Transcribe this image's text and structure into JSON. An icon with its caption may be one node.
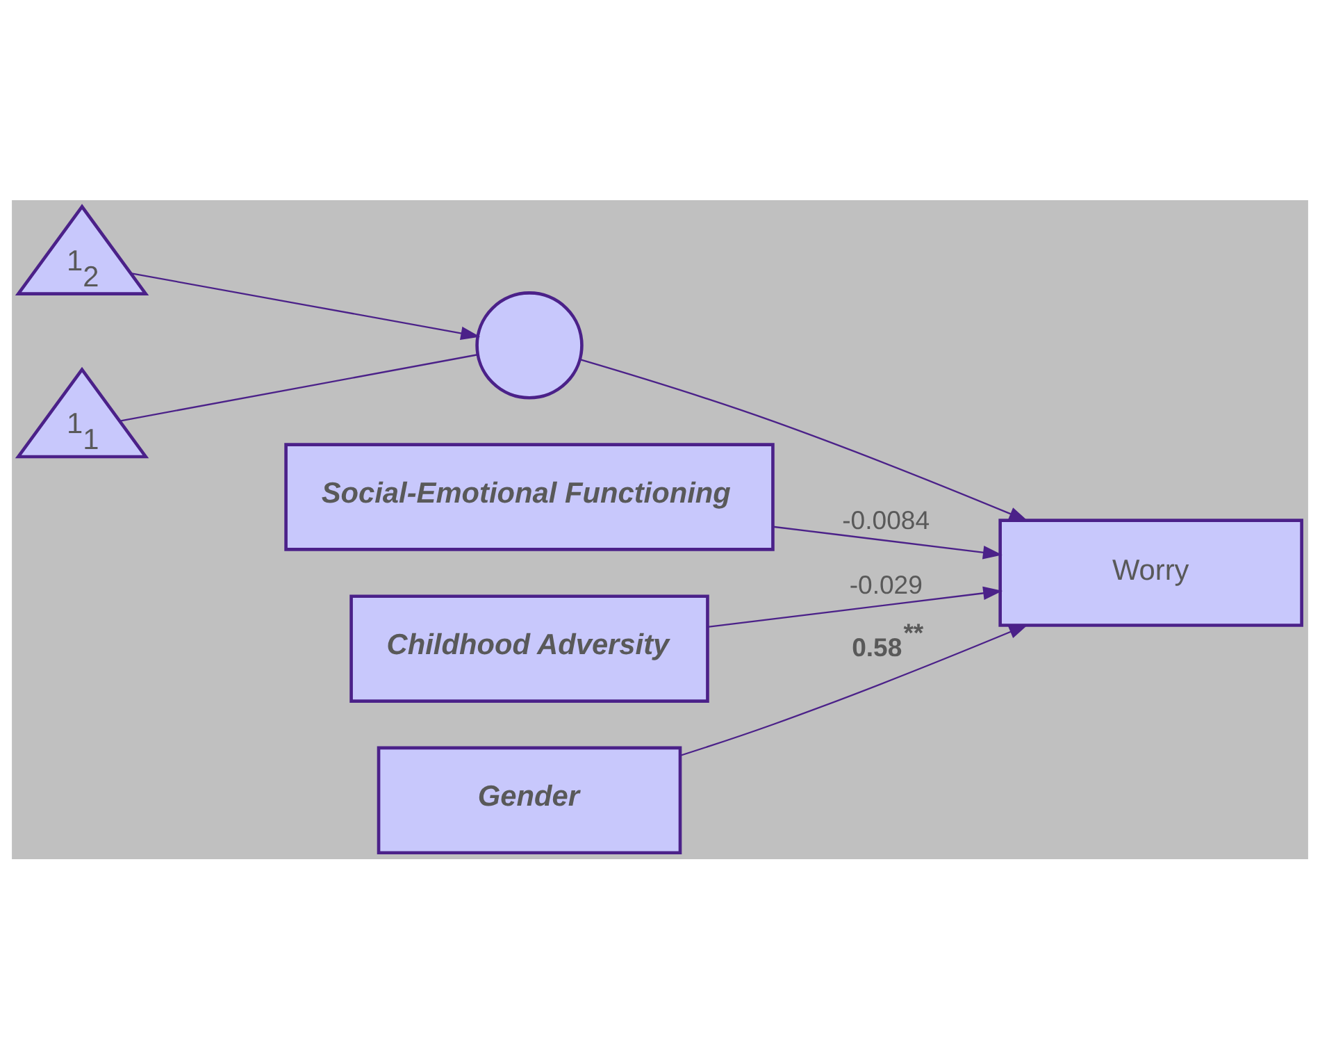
{
  "diagram": {
    "nodes": [
      {
        "text": [
          "1$_{2}$"
        ]
      },
      {
        "text": [
          "1$_{1}$"
        ]
      },
      {
        "text": [],
        "shape": "circle"
      },
      {
        "text": [
          "Social-Emotional Functioning"
        ]
      },
      {
        "text": [
          "Childhood Adversity"
        ]
      },
      {
        "text": [
          "Gender"
        ]
      },
      {
        "text": [
          "Worry"
        ]
      }
    ],
    "edges": [
      {
        "from": 0,
        "to": 2,
        "arrow": "to"
      },
      {
        "from": 1,
        "to": 2,
        "arrow": "none"
      },
      {
        "from": 2,
        "to": 6,
        "arrow": "to"
      },
      {
        "from": 3,
        "to": 6,
        "arrow": "to",
        "label": "-0.0084"
      },
      {
        "from": 4,
        "to": 6,
        "arrow": "to",
        "label": "-0.029"
      },
      {
        "from": 5,
        "to": 6,
        "arrow": "to",
        "label": "0.58$^{**}$"
      }
    ]
  }
}
